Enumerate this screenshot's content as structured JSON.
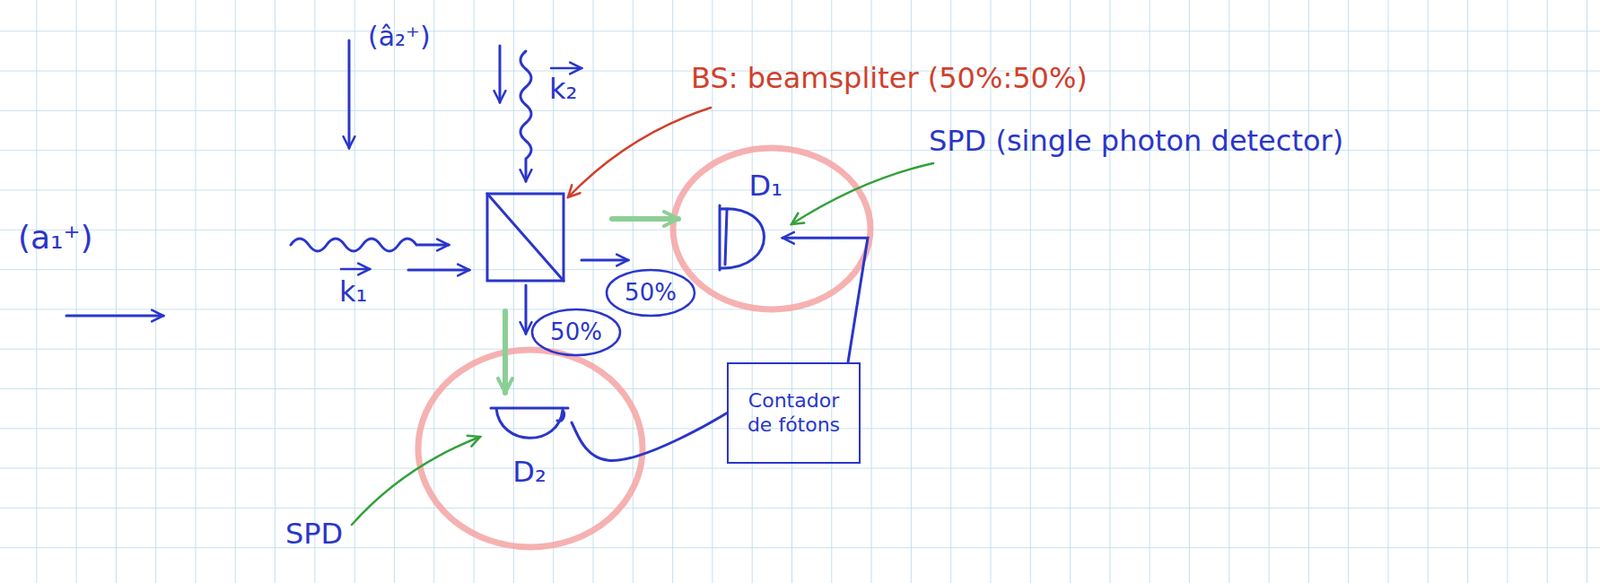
{
  "diagram": {
    "nodes": [
      {
        "text": [
          "D₁"
        ]
      },
      {
        "text": [
          "50%"
        ]
      },
      {
        "text": [
          "50%"
        ]
      },
      {
        "text": [
          "Contador de fótons"
        ]
      },
      {
        "text": [
          "D₂"
        ]
      }
    ],
    "edges": [
      {
        "from": 3,
        "to": 0,
        "arrow": "to"
      },
      {
        "from": 4,
        "to": 3,
        "arrow": "none"
      }
    ],
    "labels": [
      "(â₂⁺)",
      "k₂",
      "BS: beamspliter (50%:50%)",
      "SPD (single photon detector)",
      "(a₁⁺)",
      "k₁",
      "SPD"
    ]
  }
}
